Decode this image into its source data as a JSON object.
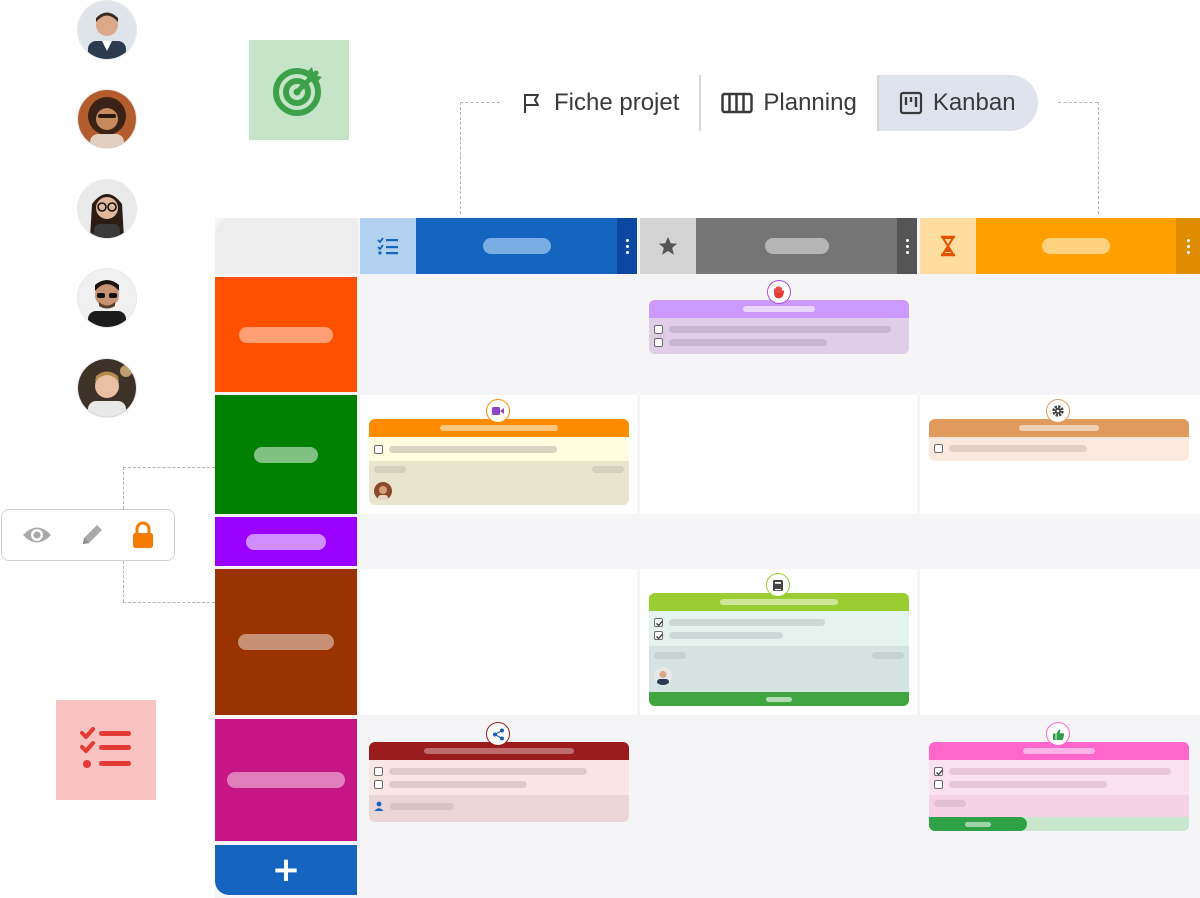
{
  "views": {
    "tabs": [
      {
        "label": "Fiche projet",
        "icon": "flag-icon",
        "active": false
      },
      {
        "label": "Planning",
        "icon": "columns-icon",
        "active": false
      },
      {
        "label": "Kanban",
        "icon": "kanban-icon",
        "active": true
      }
    ]
  },
  "team": {
    "avatars": [
      "avatar-man-suit",
      "avatar-woman-curly",
      "avatar-woman-glasses",
      "avatar-man-sunglasses",
      "avatar-man-blond"
    ]
  },
  "permissions": {
    "icons": [
      "eye-icon",
      "pencil-icon",
      "lock-icon"
    ],
    "active": "lock-icon",
    "active_color": "#f57c00"
  },
  "columns": [
    {
      "icon": "checklist-icon",
      "color": "#1565c0",
      "light": "#b3d1f0"
    },
    {
      "icon": "star-icon",
      "color": "#757575",
      "light": "#d4d4d4"
    },
    {
      "icon": "hourglass-icon",
      "color": "#ffa000",
      "light": "#ffdca0"
    }
  ],
  "rows": [
    {
      "color": "#ff5000"
    },
    {
      "color": "#008000"
    },
    {
      "color": "#9900ff"
    },
    {
      "color": "#993300"
    },
    {
      "color": "#c71585"
    }
  ],
  "cards": [
    {
      "badge": "hand-icon",
      "color": "#cc99ff"
    },
    {
      "badge": "video-icon",
      "color": "#ff8c00"
    },
    {
      "badge": "gear-icon",
      "color": "#e09a5c"
    },
    {
      "badge": "book-icon",
      "color": "#9acd32"
    },
    {
      "badge": "share-icon",
      "color": "#9b1c1c"
    },
    {
      "badge": "thumbs-up-icon",
      "color": "#ff66cc"
    }
  ],
  "add_button": {
    "label": "+"
  }
}
